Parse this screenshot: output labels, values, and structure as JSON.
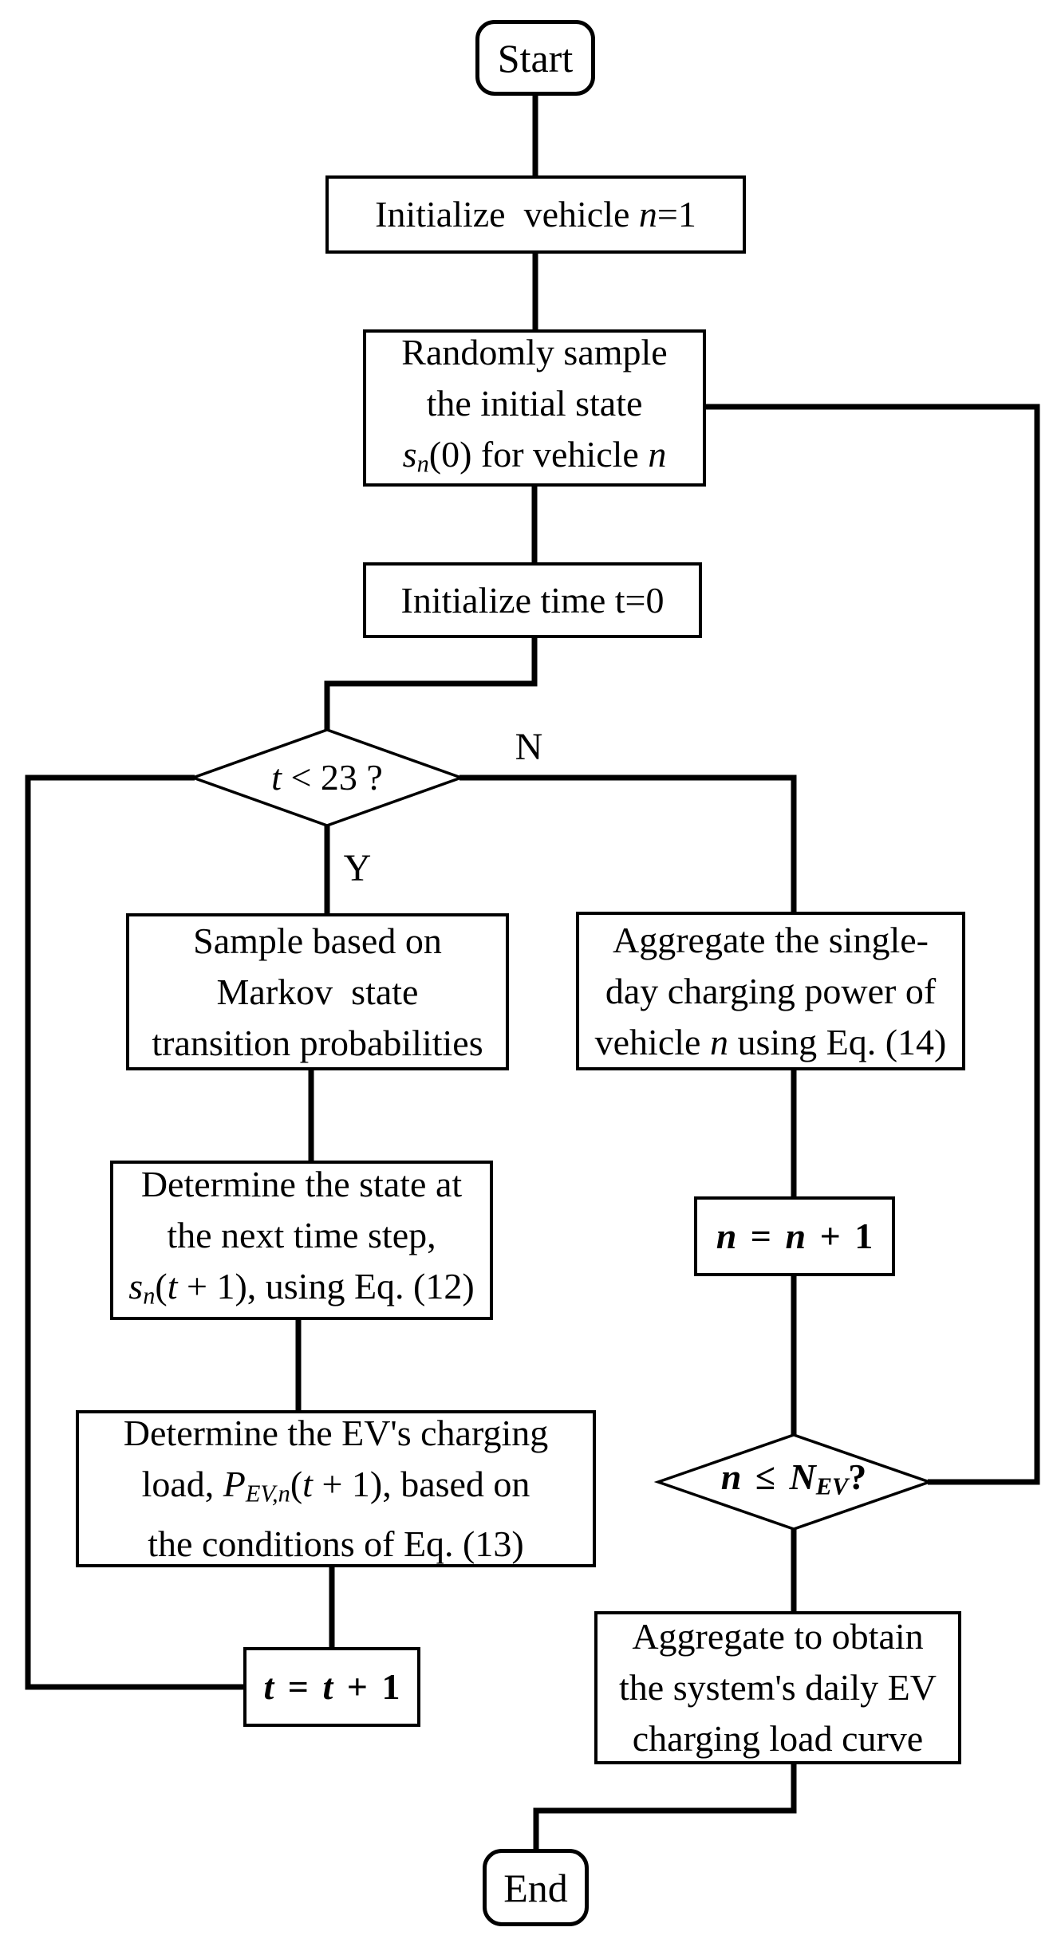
{
  "page": {
    "background": "#ffffff",
    "ink": "#000000"
  },
  "labels": {
    "yes": "Y",
    "no": "N"
  },
  "nodes": {
    "start": {
      "shape": "terminal",
      "lines": [
        [
          {
            "t": "Start"
          }
        ]
      ]
    },
    "init_vehicle": {
      "shape": "process",
      "lines": [
        [
          {
            "t": "Initialize  vehicle "
          },
          {
            "t": "n",
            "s": "i"
          },
          {
            "t": "=1"
          }
        ]
      ]
    },
    "randomly_sample": {
      "shape": "process",
      "lines": [
        [
          {
            "t": "Randomly sample"
          }
        ],
        [
          {
            "t": "the initial state"
          }
        ],
        [
          {
            "t": "s",
            "s": "i"
          },
          {
            "t": "n",
            "s": "isub"
          },
          {
            "t": "(0) for vehicle "
          },
          {
            "t": "n",
            "s": "i"
          }
        ]
      ]
    },
    "init_time": {
      "shape": "process",
      "lines": [
        [
          {
            "t": "Initialize time t=0"
          }
        ]
      ]
    },
    "t_check": {
      "shape": "decision",
      "lines": [
        [
          {
            "t": "t",
            "s": "i"
          },
          {
            "t": " < 23 ?"
          }
        ]
      ]
    },
    "sample_markov": {
      "shape": "process",
      "lines": [
        [
          {
            "t": "Sample based on"
          }
        ],
        [
          {
            "t": "Markov  state"
          }
        ],
        [
          {
            "t": "transition probabilities"
          }
        ]
      ]
    },
    "aggregate_single": {
      "shape": "process",
      "lines": [
        [
          {
            "t": "Aggregate the single-"
          }
        ],
        [
          {
            "t": "day charging power of"
          }
        ],
        [
          {
            "t": "vehicle "
          },
          {
            "t": "n",
            "s": "i"
          },
          {
            "t": " using Eq. (14)"
          }
        ]
      ]
    },
    "determine_state": {
      "shape": "process",
      "lines": [
        [
          {
            "t": "Determine the state at"
          }
        ],
        [
          {
            "t": "the next time step,"
          }
        ],
        [
          {
            "t": "s",
            "s": "i"
          },
          {
            "t": "n",
            "s": "isub"
          },
          {
            "t": "("
          },
          {
            "t": "t",
            "s": "i"
          },
          {
            "t": " + 1), using Eq. (12)"
          }
        ]
      ]
    },
    "n_increment": {
      "shape": "process",
      "lines": [
        [
          {
            "t": "n",
            "s": "bi"
          },
          {
            "t": " = ",
            "s": "b"
          },
          {
            "t": "n",
            "s": "bi"
          },
          {
            "t": " + 1",
            "s": "b"
          }
        ]
      ]
    },
    "determine_ev": {
      "shape": "process",
      "lines": [
        [
          {
            "t": "Determine the EV's charging"
          }
        ],
        [
          {
            "t": "load, "
          },
          {
            "t": "P",
            "s": "i"
          },
          {
            "t": "EV,n",
            "s": "isub"
          },
          {
            "t": "("
          },
          {
            "t": "t",
            "s": "i"
          },
          {
            "t": " + 1), based on"
          }
        ],
        [
          {
            "t": "the conditions of Eq. (13)"
          }
        ]
      ]
    },
    "n_check": {
      "shape": "decision",
      "lines": [
        [
          {
            "t": "n",
            "s": "bi"
          },
          {
            "t": " ≤ ",
            "s": "b"
          },
          {
            "t": "N",
            "s": "bi"
          },
          {
            "t": "EV",
            "s": "bisub"
          },
          {
            "t": "?",
            "s": "b"
          }
        ]
      ]
    },
    "t_increment": {
      "shape": "process",
      "lines": [
        [
          {
            "t": "t",
            "s": "bi"
          },
          {
            "t": " = ",
            "s": "b"
          },
          {
            "t": "t",
            "s": "bi"
          },
          {
            "t": " + 1",
            "s": "b"
          }
        ]
      ]
    },
    "aggregate_total": {
      "shape": "process",
      "lines": [
        [
          {
            "t": "Aggregate to obtain"
          }
        ],
        [
          {
            "t": "the system's daily EV"
          }
        ],
        [
          {
            "t": "charging load curve"
          }
        ]
      ]
    },
    "end": {
      "shape": "terminal",
      "lines": [
        [
          {
            "t": "End"
          }
        ]
      ]
    }
  }
}
